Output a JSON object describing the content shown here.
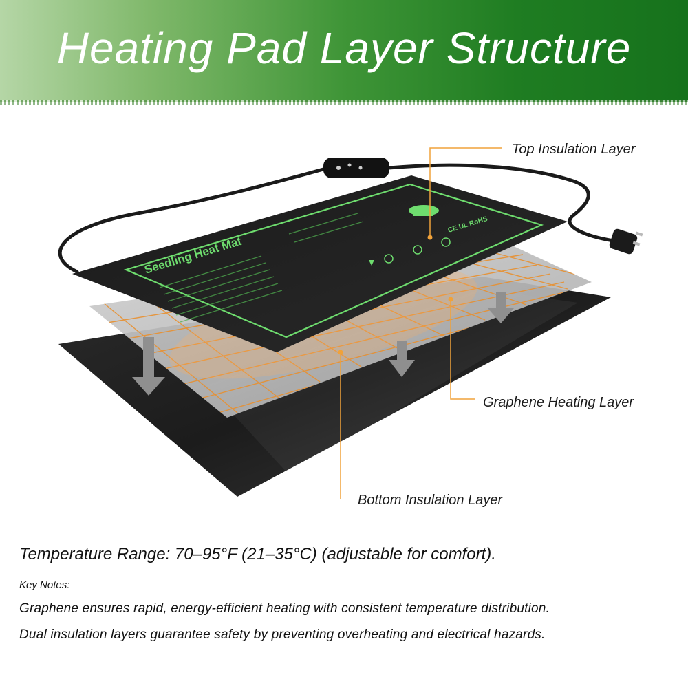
{
  "header": {
    "title": "Heating Pad Layer Structure",
    "colors": {
      "start": "#b5d6a6",
      "end": "#16721c"
    }
  },
  "diagram": {
    "labels": {
      "top": "Top Insulation Layer",
      "middle": "Graphene Heating Layer",
      "bottom": "Bottom Insulation Layer"
    },
    "mat_text": "Seedling Heat Mat",
    "mat_mark": "CE UL RoHS",
    "accent_color": "#6edc6e",
    "leader_color": "#f0a23a"
  },
  "info": {
    "temperature": "Temperature Range: 70–95°F (21–35°C) (adjustable for comfort).",
    "key_notes_heading": "Key Notes:",
    "notes": [
      "Graphene ensures rapid, energy-efficient heating with consistent temperature distribution.",
      "Dual insulation layers guarantee safety by preventing overheating and electrical hazards."
    ]
  }
}
